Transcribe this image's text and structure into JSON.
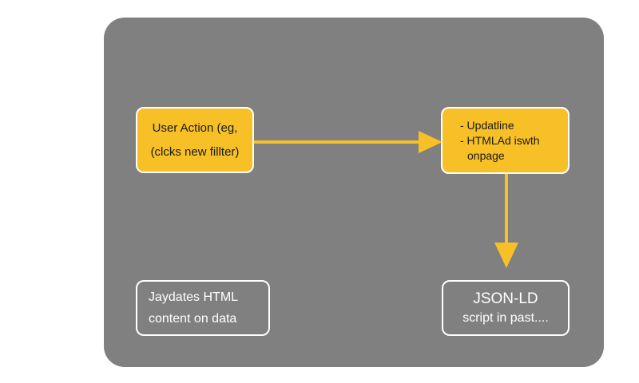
{
  "canvas": {
    "background_color": "#ffffff",
    "panel_color": "#808080",
    "accent_color": "#F6C026",
    "outline_color": "#ffffff",
    "text_dark": "#1a1a1a"
  },
  "diagram": {
    "type": "flowchart",
    "nodes": [
      {
        "id": "user-action",
        "style": "filled-yellow",
        "lines": [
          "User Action (eg,",
          "(clcks new fillter)"
        ]
      },
      {
        "id": "update",
        "style": "filled-yellow",
        "lines": [
          "- Updatline",
          "- HTMLAd iswth",
          "onpage"
        ]
      },
      {
        "id": "jaydates",
        "style": "outlined-white",
        "lines": [
          "Jaydates HTML",
          "content on data"
        ]
      },
      {
        "id": "jsonld",
        "style": "outlined-white",
        "title": "JSON-LD",
        "subtitle": "script in past...."
      }
    ],
    "arrows": [
      {
        "id": "user-action-to-update",
        "direction": "right",
        "color": "#F6C026"
      },
      {
        "id": "update-to-jsonld",
        "direction": "down",
        "color": "#F6C026"
      }
    ]
  }
}
